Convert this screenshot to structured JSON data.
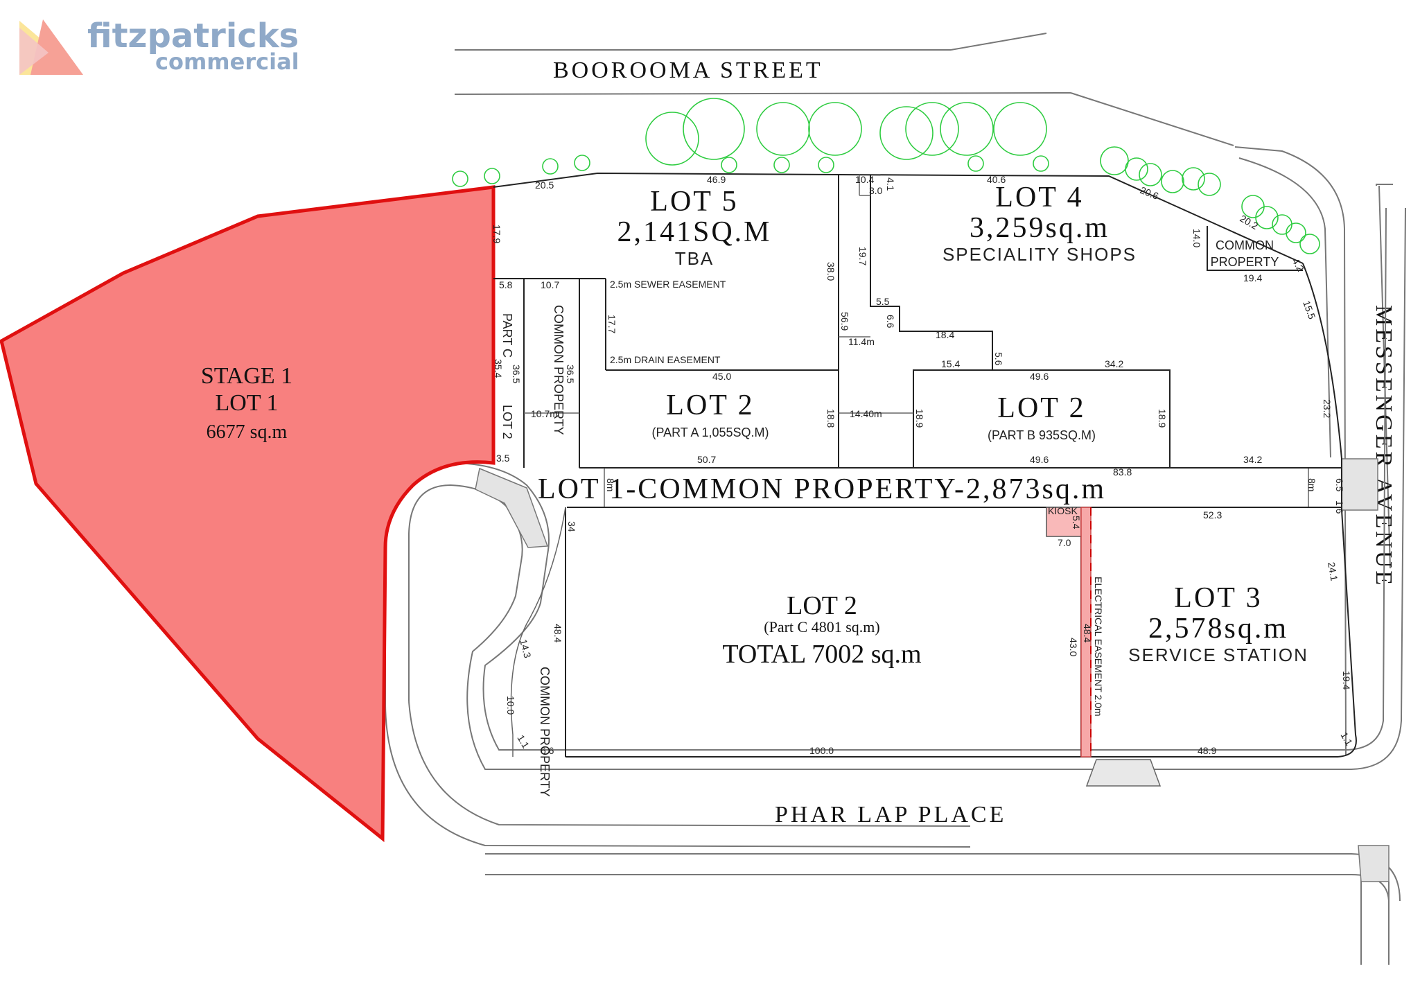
{
  "logo": {
    "line1": "fitzpatricks",
    "line2": "commercial",
    "colors": {
      "text": "#8fa9c8",
      "tri_red": "#f6a196",
      "tri_yellow": "#fbe59a",
      "tri_pink": "#f4c4c4"
    }
  },
  "streets": {
    "north": "BOOROOMA STREET",
    "east": "MESSENGER AVENUE",
    "south": "PHAR LAP PLACE"
  },
  "lots": {
    "stage1": {
      "line1": "STAGE 1",
      "line2": "LOT 1",
      "area": "6677 sq.m",
      "fill": "#f8807f",
      "stroke": "#e01010"
    },
    "lot5": {
      "title": "LOT 5",
      "area": "2,141SQ.M",
      "use": "TBA"
    },
    "lot4": {
      "title": "LOT 4",
      "area": "3,259sq.m",
      "use": "SPECIALITY SHOPS"
    },
    "lot2a": {
      "title": "LOT 2",
      "sub": "(PART A 1,055SQ.M)"
    },
    "lot2b": {
      "title": "LOT 2",
      "sub": "(PART B 935SQ.M)"
    },
    "lot2c": {
      "title": "LOT 2",
      "sub": "(Part C 4801 sq.m)",
      "total": "TOTAL 7002 sq.m"
    },
    "lot3": {
      "title": "LOT 3",
      "area": "2,578sq.m",
      "use": "SERVICE STATION"
    },
    "lot1_common": "LOT 1-COMMON PROPERTY-2,873sq.m"
  },
  "labels": {
    "common_property_ne_1": "COMMON",
    "common_property_ne_2": "PROPERTY",
    "common_property_mid": "COMMON PROPERTY",
    "common_property_sw": "COMMON PROPERTY",
    "part_c": "PART C",
    "lot2_small": "LOT 2",
    "sewer_easement": "2.5m  SEWER  EASEMENT",
    "drain_easement": "2.5m  DRAIN  EASEMENT",
    "electrical_easement": "ELECTRICAL  EASEMENT  2.0m",
    "kiosk": "KIOSK"
  },
  "dimensions": {
    "d20_5": "20.5",
    "d46_9": "46.9",
    "d10_4": "10.4",
    "d3_0": "3.0",
    "d4_1": "4.1",
    "d40_6": "40.6",
    "d20_6": "20.6",
    "d14_0": "14.0",
    "d20_2": "20.2",
    "d4_2": "4.2",
    "d19_4": "19.4",
    "d15_5": "15.5",
    "d17_9": "17.9",
    "d5_8": "5.8",
    "d10_7": "10.7",
    "d38_0": "38.0",
    "d19_7": "19.7",
    "d5_5": "5.5",
    "d6_6": "6.6",
    "d56_9": "56.9",
    "d11_4m": "11.4m",
    "d18_4": "18.4",
    "d5_6": "5.6",
    "d15_4": "15.4",
    "d49_6": "49.6",
    "d34_2": "34.2",
    "d17_7": "17.7",
    "d45_0": "45.0",
    "d36_5": "36.5",
    "d35_4": "35.4",
    "d36_5b": "36.5",
    "d10_7m": "10.7m",
    "d14_40m": "14.40m",
    "d18_8": "18.8",
    "d18_9": "18.9",
    "d18_9b": "18.9",
    "d23_2": "23.2",
    "d3_5": "3.5",
    "d50_7": "50.7",
    "d49_6b": "49.6",
    "d34_2b": "34.2",
    "d83_8": "83.8",
    "d8m": "8m",
    "d8m_b": "8m",
    "d6_5": "6.5",
    "d1_6": "1.6",
    "d52_3": "52.3",
    "d5_4": "5.4",
    "d7_0": "7.0",
    "d24_1": "24.1",
    "d48_4": "48.4",
    "d48_4b": "48.4",
    "d43_0": "43.0",
    "d14_3": "14.3",
    "d10_0": "10.0",
    "d1_1": "1.1",
    "d6_6b": "6.6",
    "d100_0": "100.0",
    "d48_9": "48.9",
    "d19_4b": "19.4",
    "d1_1b": "1.1",
    "d34": "34"
  }
}
